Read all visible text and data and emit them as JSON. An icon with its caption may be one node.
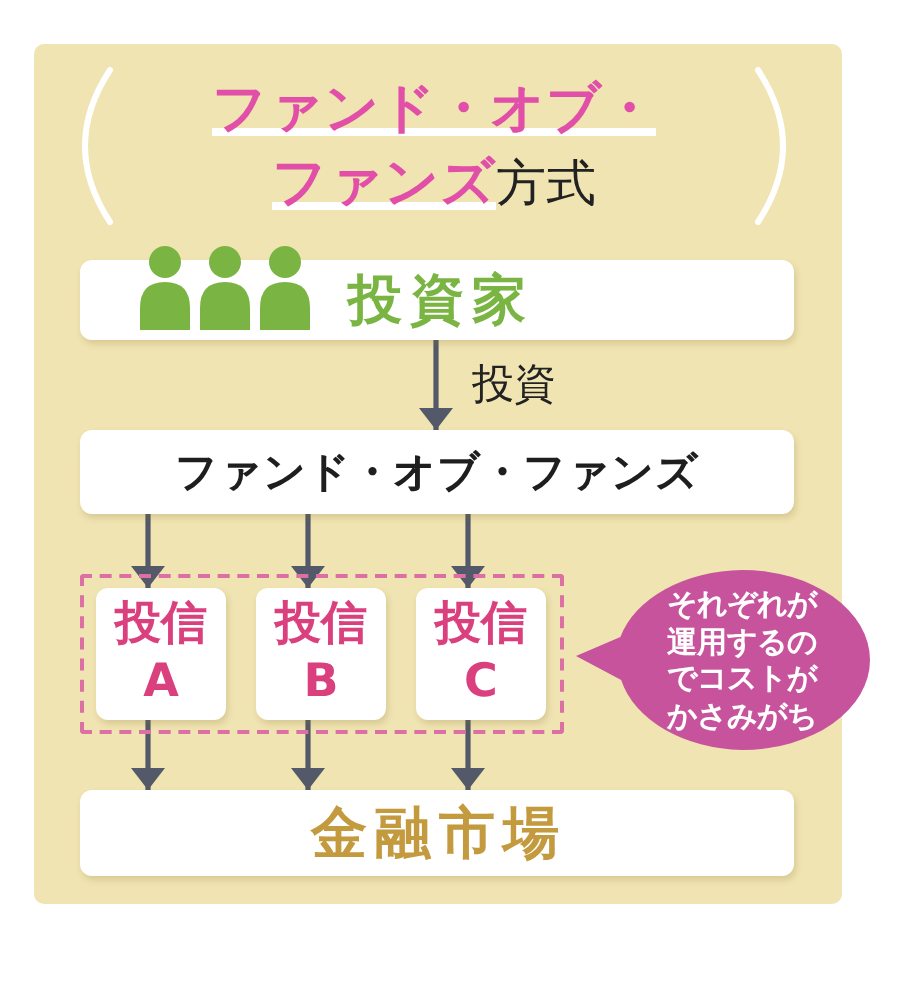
{
  "diagram": {
    "title": "**ファンド・オブ・ファンズ**方式",
    "nodes": [
      {
        "text": [
          "投資家"
        ]
      },
      {
        "text": [
          "ファンド・オブ・ファンズ"
        ]
      },
      {
        "text": [],
        "shape": "box"
      },
      {
        "text": [
          "投信A"
        ],
        "in": 2
      },
      {
        "text": [
          "投信B"
        ],
        "in": 2
      },
      {
        "text": [
          "投信C"
        ],
        "in": 2
      },
      {
        "text": [
          "それぞれが運用するのでコストがかさみがち"
        ]
      },
      {
        "text": [
          "金融市場"
        ]
      }
    ],
    "edges": [
      {
        "from": 0,
        "to": 1,
        "arrow": "to",
        "label": "投資"
      },
      {
        "from": 1,
        "to": 3,
        "arrow": "to"
      },
      {
        "from": 1,
        "to": 4,
        "arrow": "to"
      },
      {
        "from": 1,
        "to": 5,
        "arrow": "to"
      },
      {
        "from": 3,
        "to": 7,
        "arrow": "to"
      },
      {
        "from": 4,
        "to": 7,
        "arrow": "to"
      },
      {
        "from": 5,
        "to": 7,
        "arrow": "to"
      }
    ]
  }
}
